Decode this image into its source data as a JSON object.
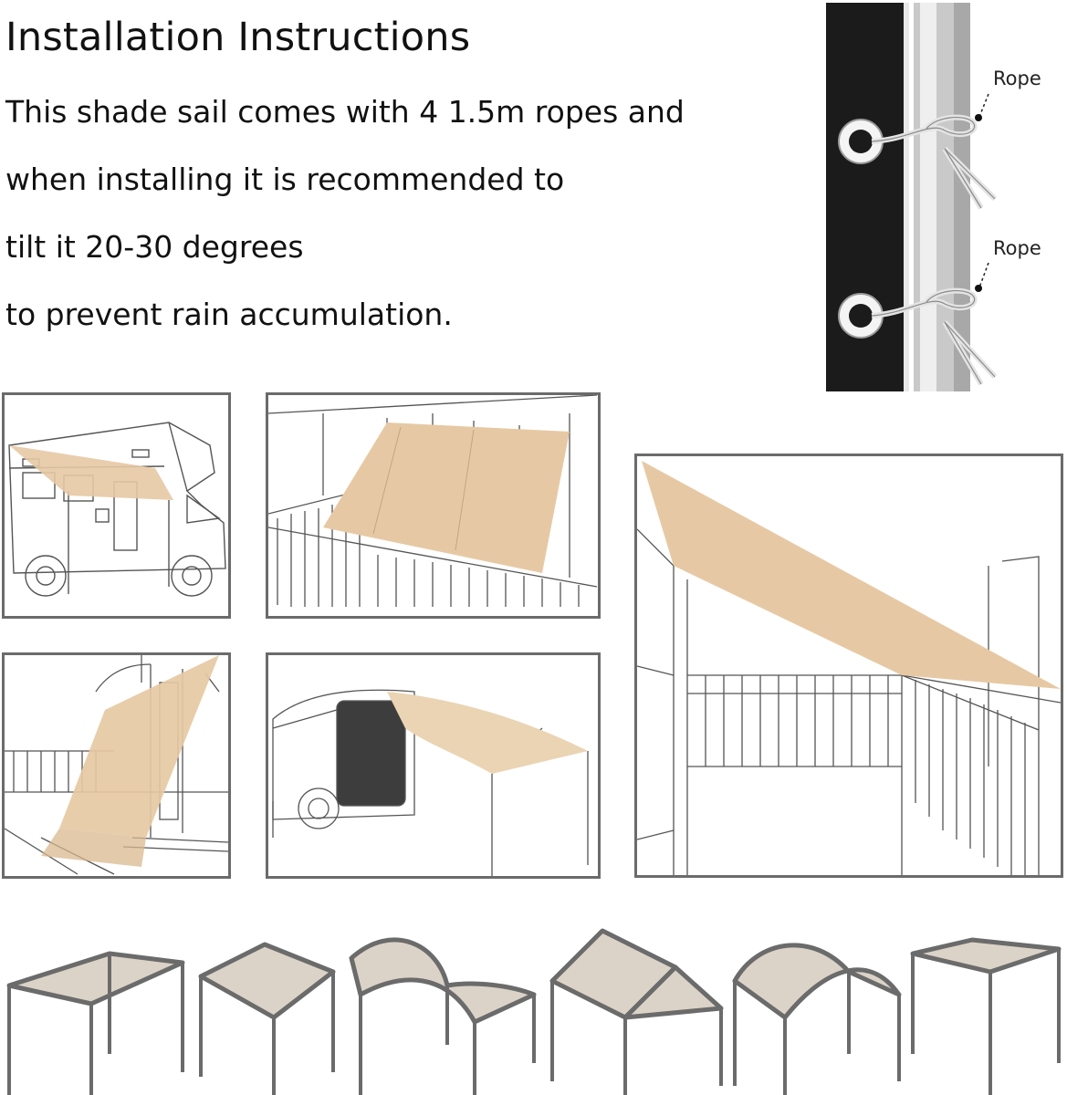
{
  "header": {
    "title": "Installation Instructions",
    "lines": [
      "This shade sail comes with 4 1.5m ropes and",
      "when installing it is recommended to",
      "tilt it 20-30 degrees",
      "to prevent rain accumulation."
    ]
  },
  "detail": {
    "labels": [
      "Rope",
      "Rope"
    ]
  },
  "colors": {
    "sail": "#e6c9a4",
    "sail_dark": "#d9b88f",
    "frame": "#6b6b6b",
    "line": "#555555",
    "canopy": "#dcd3c8"
  },
  "illustrations": [
    {
      "scene": "motorhome-awning"
    },
    {
      "scene": "balcony-rail-screen"
    },
    {
      "scene": "balcony-tilted-overhead"
    },
    {
      "scene": "doorway-balcony-sail"
    },
    {
      "scene": "van-side-awning"
    }
  ],
  "canopy_shapes": [
    "flat-square",
    "flat-tilted",
    "wave",
    "gable",
    "arch",
    "flat-small"
  ]
}
